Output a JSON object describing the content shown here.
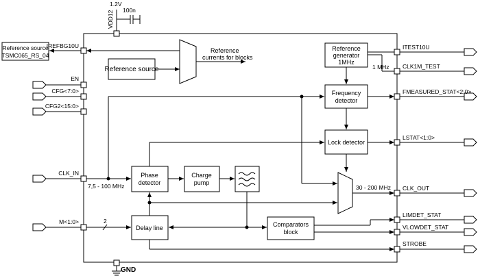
{
  "supply": {
    "voltage": "1.2V",
    "cap": "100n",
    "pin": "VDD12",
    "gnd": "GND"
  },
  "external_block": {
    "line1": "Reference source",
    "line2": "TSMC065_RS_04"
  },
  "inputs": {
    "irefbg": "IREFBG10U",
    "en": "EN",
    "cfg": "CFG<7:0>",
    "cfg2": "CFG2<15:0>",
    "clk_in": "CLK_IN",
    "m": "M<1:0>"
  },
  "outputs": {
    "itest": "ITEST10U",
    "clk1m": "CLK1M_TEST",
    "fmeasured": "FMEASURED_STAT<2:0>",
    "lstat": "LSTAT<1:0>",
    "clk_out": "CLK_OUT",
    "limdet": "LIMDET_STAT",
    "vlowdet": "VLOWDET_STAT",
    "strobe": "STROBE"
  },
  "blocks": {
    "ref_source": "Reference source",
    "ref_currents": {
      "line1": "Reference",
      "line2": "currents for blocks"
    },
    "ref_gen": {
      "line1": "Reference",
      "line2": "generator",
      "line3": "1MHz"
    },
    "freq_det": {
      "line1": "Frequency",
      "line2": "detector"
    },
    "lock_det": "Lock detector",
    "phase_det": {
      "line1": "Phase",
      "line2": "detector"
    },
    "charge_pump": {
      "line1": "Charge",
      "line2": "pump"
    },
    "delay_line": "Delay line",
    "comparators": {
      "line1": "Comparators",
      "line2": "block"
    }
  },
  "labels": {
    "one_mhz": "1 MHz",
    "in_range": "7,5 - 100 MHz",
    "out_range": "30 - 200 MHz",
    "bus_width": "2"
  }
}
